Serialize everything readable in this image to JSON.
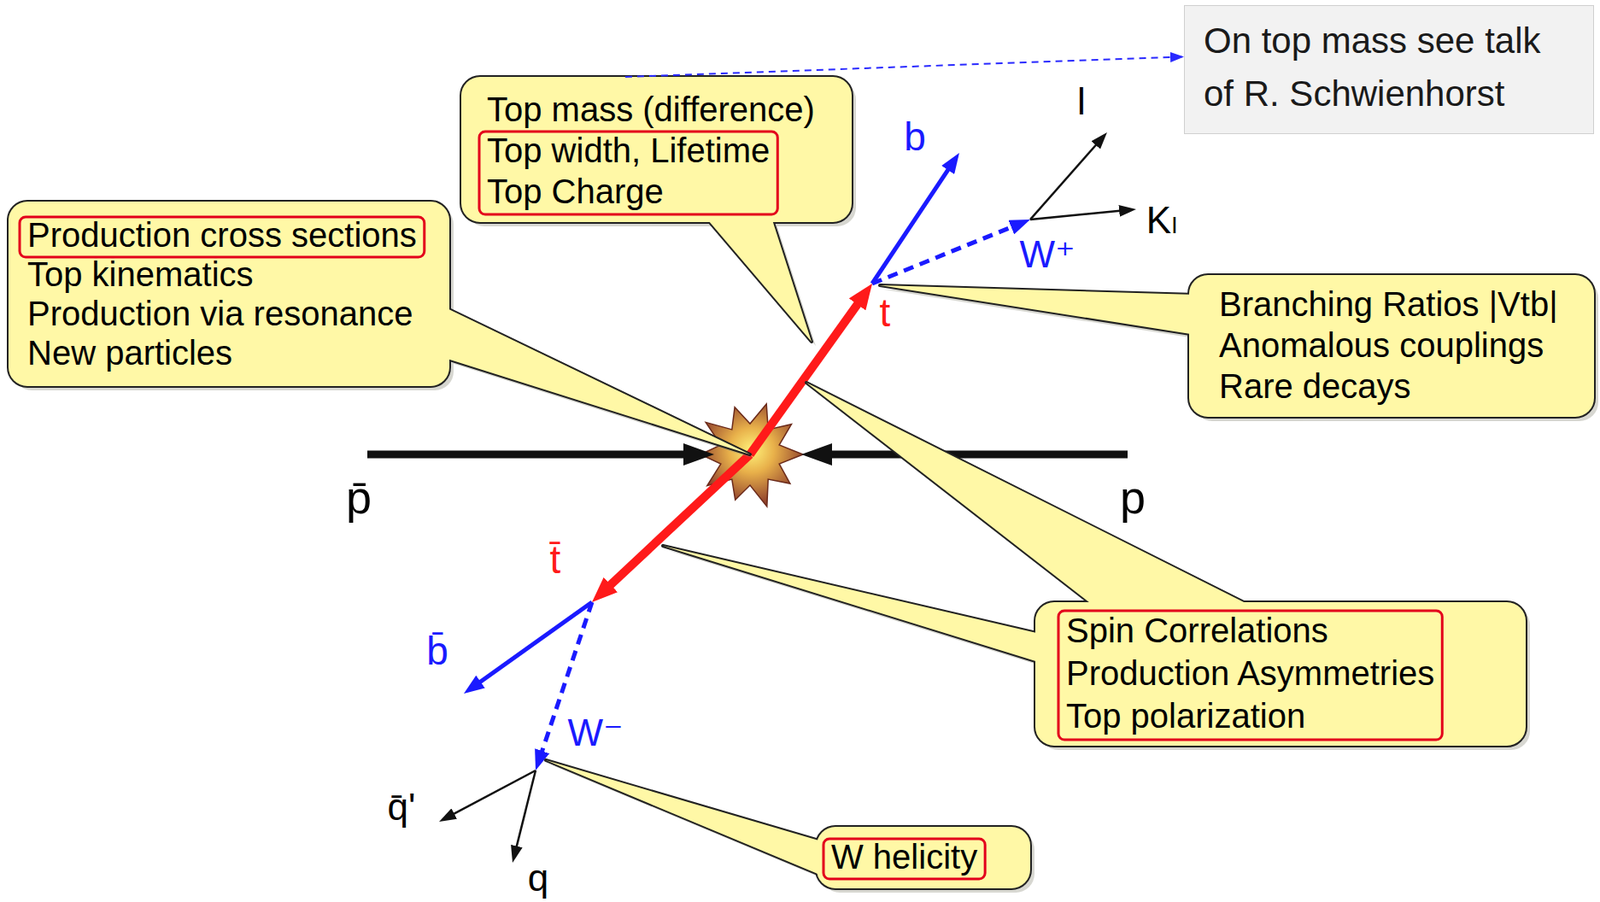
{
  "diagram": {
    "nodes": [
      {
        "text": [
          "On top mass see talk of R. Schwienhorst"
        ]
      },
      {
        "text": [
          "Top mass (difference)",
          "Top width, Lifetime",
          "Top Charge"
        ]
      },
      {
        "text": [
          "Production cross sections",
          "Top kinematics",
          "Production via resonance",
          "New particles"
        ]
      },
      {
        "text": [
          "Branching Ratios |Vtb|",
          "Anomalous couplings",
          "Rare decays"
        ]
      },
      {
        "text": [
          "Spin Correlations",
          "Production Asymmetries",
          "Top polarization"
        ]
      },
      {
        "text": [
          "W helicity"
        ]
      }
    ],
    "edges": [
      {
        "from": 1,
        "to": 0,
        "arrow": "to"
      }
    ],
    "labels": [
      "l",
      "b",
      "Kₗ",
      "W⁺",
      "t",
      "p̄",
      "p",
      "t̄",
      "b̄",
      "W⁻",
      "q̄'",
      "q"
    ]
  }
}
